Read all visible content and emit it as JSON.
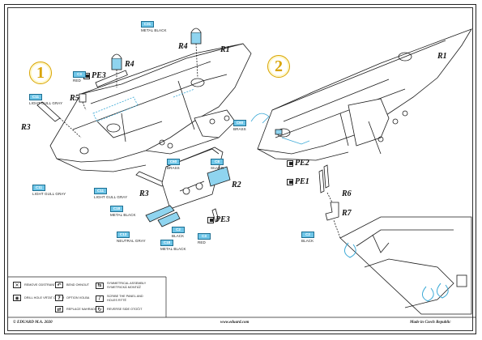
{
  "steps": {
    "one": "1",
    "two": "2"
  },
  "refs": {
    "r1_left": "R1",
    "r1_right": "R1",
    "r2": "R2",
    "r3_a": "R3",
    "r3_b": "R3",
    "r4_a": "R4",
    "r4_b": "R4",
    "r5": "R5",
    "r6": "R6",
    "r7": "R7"
  },
  "pe_parts": {
    "pe1": "PE1",
    "pe2": "PE2",
    "pe3_top": "PE3",
    "pe3_bottom": "PE3"
  },
  "colors": {
    "top_c31": {
      "code": "C31",
      "name": "METAL BLACK"
    },
    "red_pe3": {
      "code": "C3",
      "name": "RED"
    },
    "light_gull_gray_left": {
      "code": "C11",
      "name": "LIGHT GULL GRAY"
    },
    "light_gull_gray_mid": {
      "code": "C11",
      "name": "LIGHT GULL GRAY"
    },
    "light_gull_gray_lower": {
      "code": "C11",
      "name": "LIGHT GULL GRAY"
    },
    "metal_black_r3": {
      "code": "C18",
      "name": "METAL BLACK"
    },
    "neutral_gray": {
      "code": "C13",
      "name": "NEUTRAL GRAY"
    },
    "black_lower": {
      "code": "C2",
      "name": "BLACK"
    },
    "metal_black_lower": {
      "code": "C18",
      "name": "METAL BLACK"
    },
    "red_pe3_lower": {
      "code": "C3",
      "name": "RED"
    },
    "brass_center": {
      "code": "C60",
      "name": "BRASS"
    },
    "silver_mid": {
      "code": "C8",
      "name": "SILVER"
    },
    "brass_right": {
      "code": "C60",
      "name": "BRASS"
    },
    "black_right": {
      "code": "C2",
      "name": "BLACK"
    }
  },
  "legend": {
    "remove": "REMOVE ODSTRANIT",
    "bend": "BEND OHNOUT",
    "symmetrical": "SYMMETRICAL ASSEMBLY SYMETRICKÁ MONTÁŽ",
    "drill": "DRILL HOLE VRTAT OTVOR",
    "option": "OPTION VOLBA",
    "replace": "REPLACE NAHRADIT",
    "scribe": "SCRIBE THE PANEL AND HOLES RÝTÉ",
    "reverse": "REVERSE SIDE OTOČIT"
  },
  "footer": {
    "left": "© EDUARD M.A. 2020",
    "center": "www.eduard.com",
    "right": "Made in Czech Republic"
  }
}
